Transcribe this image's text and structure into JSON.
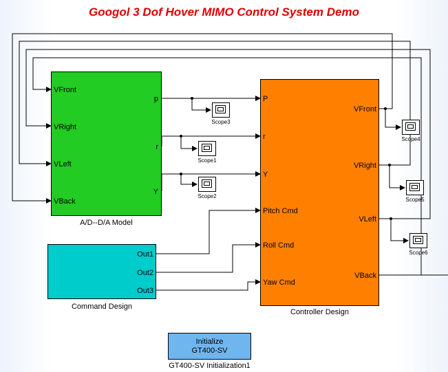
{
  "title": "Googol 3 Dof Hover MIMO Control System Demo",
  "colors": {
    "title": "#e00000",
    "model_block": "#22cc22",
    "command_block": "#00cccc",
    "controller_block": "#ff8000",
    "init_block": "#6fb5ee",
    "line": "#000000"
  },
  "model": {
    "caption": "A/D--D/A Model",
    "inputs": [
      "VFront",
      "VRight",
      "VLeft",
      "VBack"
    ],
    "outputs": [
      "p",
      "r",
      "Y"
    ]
  },
  "command": {
    "caption": "Command Design",
    "outputs": [
      "Out1",
      "Out2",
      "Out3"
    ]
  },
  "controller": {
    "caption": "Controller Design",
    "inputs": [
      "P",
      "r",
      "Y",
      "Pitch Cmd",
      "Roll Cmd",
      "Yaw Cmd"
    ],
    "outputs": [
      "VFront",
      "VRight",
      "VLeft",
      "VBack"
    ]
  },
  "scopes": [
    "Scope3",
    "Scope1",
    "Scope2",
    "Scope4",
    "Scope5",
    "Scope6"
  ],
  "init": {
    "line1": "Initialize",
    "line2": "GT400-SV",
    "caption": "GT400-SV Initialization1"
  }
}
